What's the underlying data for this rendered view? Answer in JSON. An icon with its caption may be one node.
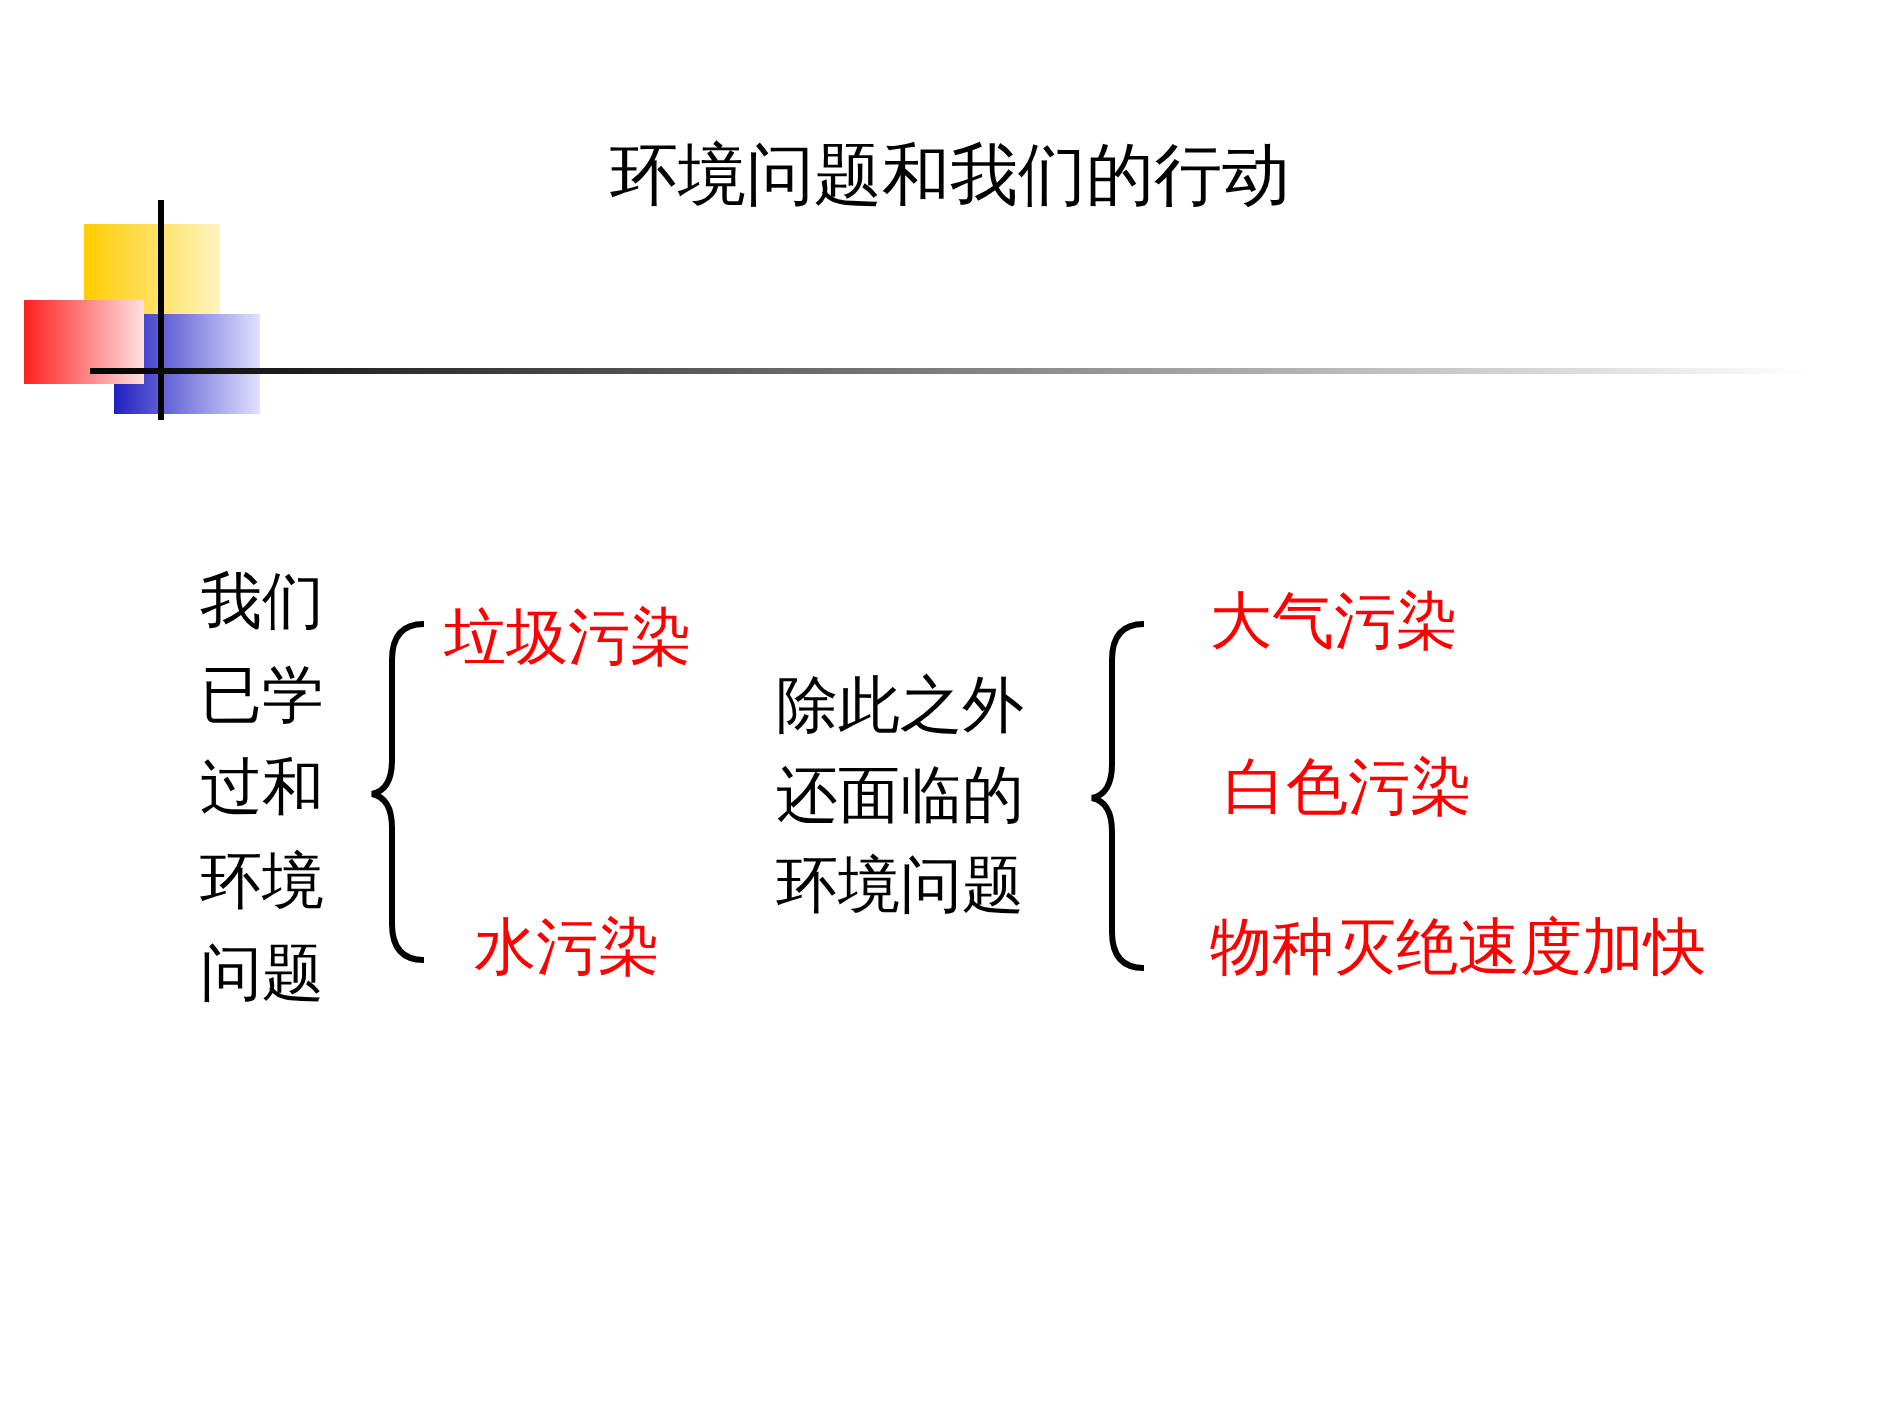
{
  "diagram": {
    "title": "环境问题和我们的行动",
    "labels": [
      "我们已学过和环境问题",
      "垃圾污染",
      "水污染",
      "除此之外还面临的环境问题",
      "大气污染",
      "白色污染",
      "物种灭绝速度加快"
    ]
  }
}
